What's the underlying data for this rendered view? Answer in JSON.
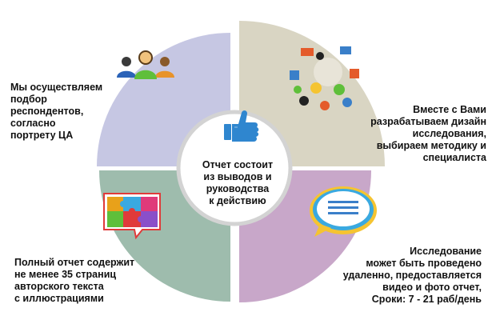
{
  "colors": {
    "quadrant_tl": "#c6c7e3",
    "quadrant_tr": "#d9d5c3",
    "quadrant_bl": "#9ebcad",
    "quadrant_br": "#c8a7c9",
    "center_fill": "#ffffff",
    "center_ring": "#d3d3d3",
    "thumb_blue": "#2f86cf"
  },
  "center": {
    "icon": "thumbs-up-icon",
    "lines": [
      "Отчет состоит",
      "из выводов и",
      "руководства",
      "к действию"
    ]
  },
  "quadrants": {
    "top_left": {
      "icon": "people-group-icon",
      "lines": [
        "Мы осуществляем",
        "подбор",
        "респондентов,",
        "согласно",
        "портрету ЦА"
      ]
    },
    "top_right": {
      "icon": "team-collaboration-icon",
      "lines": [
        "Вместе с Вами",
        "разрабатываем дизайн",
        "исследования,",
        "выбираем методику и",
        "специалиста"
      ]
    },
    "bottom_left": {
      "icon": "puzzle-speech-bubble-icon",
      "lines": [
        "Полный отчет содержит",
        "не менее 35 страниц",
        "авторского текста",
        "с иллюстрациями"
      ]
    },
    "bottom_right": {
      "icon": "chat-bubble-icon",
      "lines": [
        "Исследование",
        "может быть проведено",
        "удаленно, предоставляется",
        "видео и фото отчет,",
        "Сроки: 7 - 21 раб/день"
      ]
    }
  }
}
